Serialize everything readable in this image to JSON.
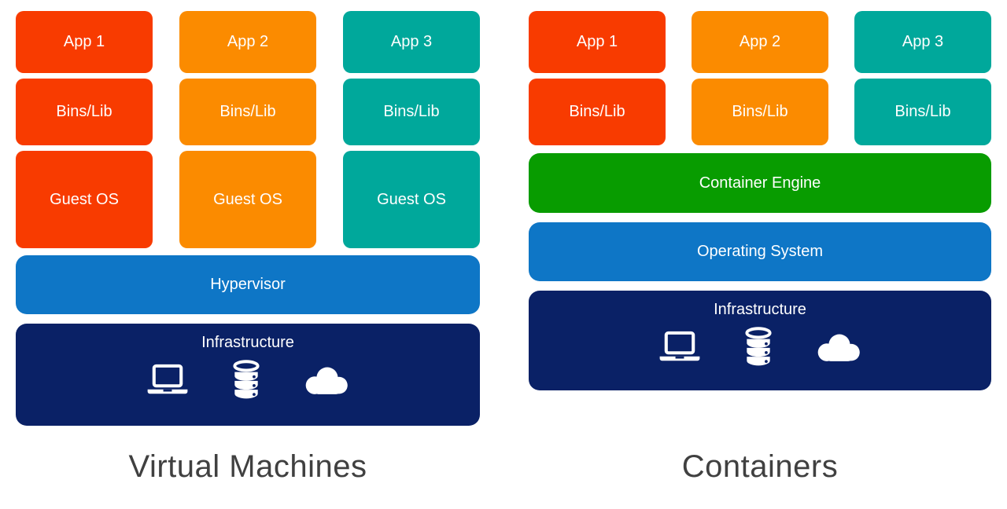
{
  "colors": {
    "red": "#f83b00",
    "orange": "#fb8b00",
    "teal": "#00a89b",
    "blue": "#0e76c6",
    "navy": "#0a2166",
    "green": "#089c00",
    "title_text": "#404040",
    "background": "#ffffff",
    "block_text": "#ffffff"
  },
  "vm": {
    "title": "Virtual Machines",
    "columns": [
      {
        "app": "App 1",
        "bins": "Bins/Lib",
        "guest_os": "Guest OS"
      },
      {
        "app": "App 2",
        "bins": "Bins/Lib",
        "guest_os": "Guest OS"
      },
      {
        "app": "App 3",
        "bins": "Bins/Lib",
        "guest_os": "Guest OS"
      }
    ],
    "hypervisor": "Hypervisor",
    "infrastructure": "Infrastructure",
    "infrastructure_icons": [
      "laptop-icon",
      "database-icon",
      "cloud-icon"
    ]
  },
  "containers": {
    "title": "Containers",
    "columns": [
      {
        "app": "App 1",
        "bins": "Bins/Lib"
      },
      {
        "app": "App 2",
        "bins": "Bins/Lib"
      },
      {
        "app": "App 3",
        "bins": "Bins/Lib"
      }
    ],
    "container_engine": "Container Engine",
    "operating_system": "Operating System",
    "infrastructure": "Infrastructure",
    "infrastructure_icons": [
      "laptop-icon",
      "database-icon",
      "cloud-icon"
    ]
  }
}
